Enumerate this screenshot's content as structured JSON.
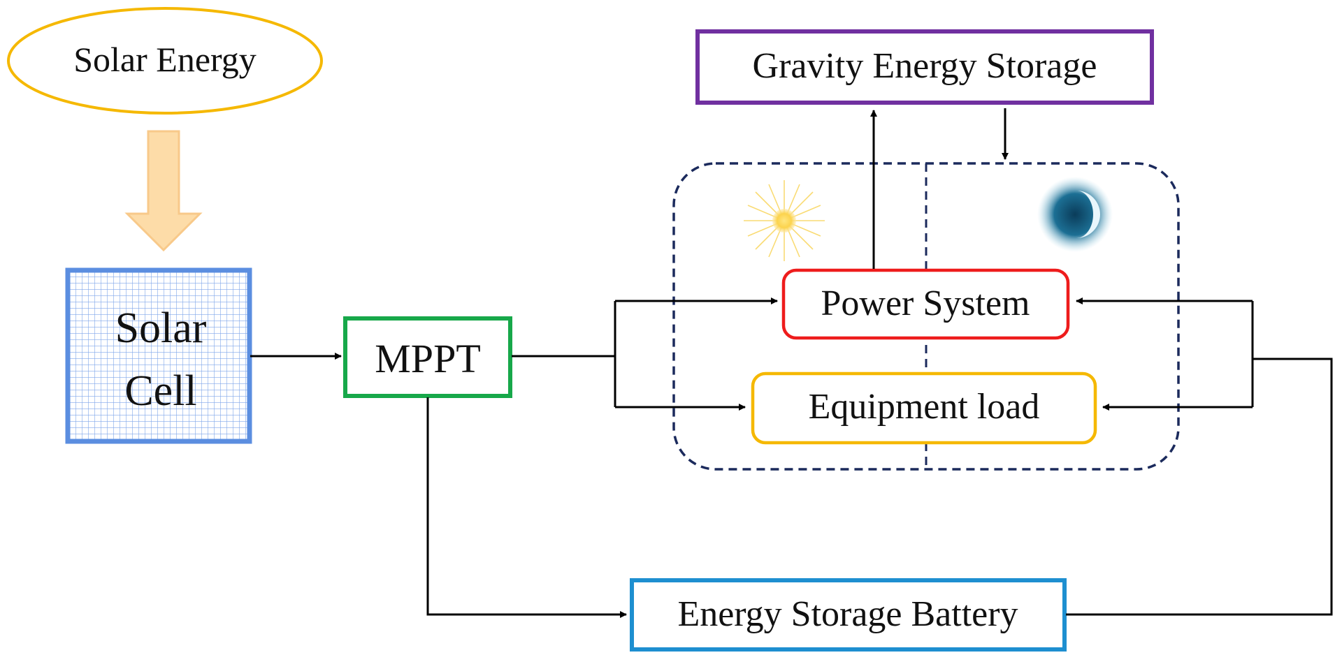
{
  "nodes": {
    "solar_energy": "Solar Energy",
    "solar_cell_line1": "Solar",
    "solar_cell_line2": "Cell",
    "mppt": "MPPT",
    "gravity_storage": "Gravity Energy Storage",
    "power_system": "Power System",
    "equipment_load": "Equipment load",
    "battery": "Energy Storage Battery"
  },
  "icons": {
    "day": "sun-icon",
    "night": "moon-icon"
  },
  "colors": {
    "solar_energy_border": "#F5B800",
    "down_arrow_fill": "#FDDCA8",
    "down_arrow_stroke": "#F8C98A",
    "solar_cell_border": "#5B8EE0",
    "solar_cell_grid": "#7FA6EA",
    "mppt_border": "#17A84A",
    "gravity_border": "#7030A0",
    "power_system_border": "#EE1C1C",
    "equipment_load_border": "#F5B800",
    "battery_border": "#1E8FD0",
    "dashed_region": "#1B2A5C",
    "connector": "#000000"
  }
}
